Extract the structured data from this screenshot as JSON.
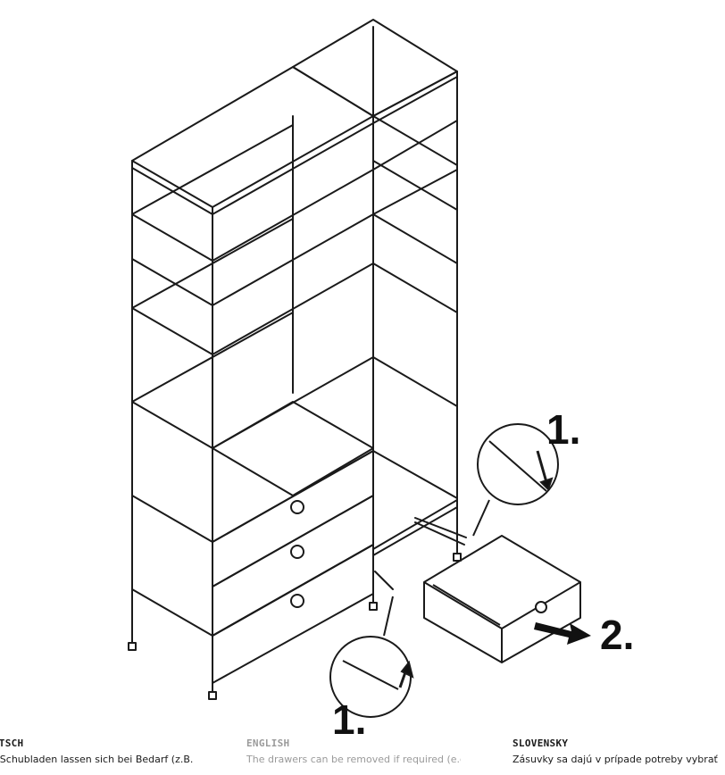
{
  "illustration": {
    "icons": [
      "shelving-unit-icon",
      "drawer-icon",
      "knob-icon",
      "rail-release-detail-icon",
      "arrow-icon"
    ],
    "colors": {
      "line": "#1a1a1a",
      "background": "#ffffff",
      "caption_gray": "#9a9a9a"
    }
  },
  "steps": {
    "step1_top": "1.",
    "step1_bottom": "1.",
    "step2": "2."
  },
  "columns": {
    "de": {
      "title": "DEUTSCH",
      "text": "Die Schubladen lassen sich bei Bedarf (z.B. bei"
    },
    "en": {
      "title": "ENGLISH",
      "text": "The drawers can be removed if required (e.g. when"
    },
    "sk": {
      "title": "SLOVENSKY",
      "text": "Zásuvky sa dajú v prípade potreby vybrať"
    }
  }
}
